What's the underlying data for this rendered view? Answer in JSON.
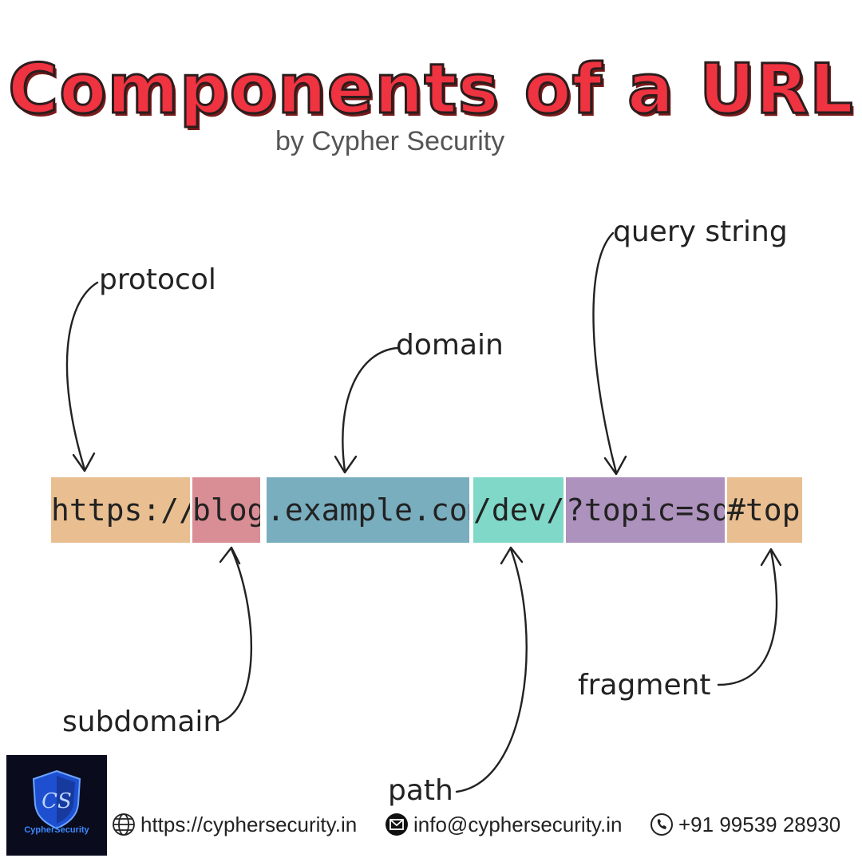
{
  "header": {
    "title": "Components of a URL",
    "subtitle": "by Cypher Security"
  },
  "url_segments": [
    {
      "key": "protocol",
      "text": "https://",
      "color": "#e9bf91"
    },
    {
      "key": "subdomain",
      "text": "blog",
      "color": "#d98e95"
    },
    {
      "key": "domain",
      "text": ".example.com",
      "color": "#79aebf"
    },
    {
      "key": "path",
      "text": "/dev/",
      "color": "#80d9c8"
    },
    {
      "key": "query",
      "text": "?topic=sql",
      "color": "#ad92bd"
    },
    {
      "key": "fragment",
      "text": "#top",
      "color": "#e9bf91"
    }
  ],
  "labels": {
    "protocol": "protocol",
    "domain": "domain",
    "query_string": "query string",
    "subdomain": "subdomain",
    "path": "path",
    "fragment": "fragment"
  },
  "footer": {
    "logo_text": "CypherSecurity",
    "website": "https://cyphersecurity.in",
    "email": "info@cyphersecurity.in",
    "phone": "+91 99539 28930"
  },
  "icons": [
    "globe-icon",
    "mail-icon",
    "phone-icon",
    "shield-logo-icon"
  ]
}
